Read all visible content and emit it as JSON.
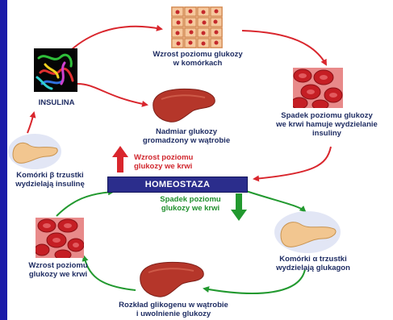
{
  "labels": {
    "cells_glucose_up": [
      "Wzrost poziomu glukozy",
      "w komórkach"
    ],
    "insulin": "INSULINA",
    "glycogen_stored": [
      "Nadmiar glukozy",
      "gromadzony w wątrobie"
    ],
    "blood_glucose_down_inhibits": [
      "Spadek poziomu glukozy",
      "we krwi hamuje wydzielanie",
      "insuliny"
    ],
    "beta_cells": [
      "Komórki β trzustki",
      "wydzielają insulinę"
    ],
    "blood_glucose_up_red": [
      "Wzrost poziomu",
      "glukozy we krwi"
    ],
    "homeostasis": "HOMEOSTAZA",
    "blood_glucose_down_green": [
      "Spadek poziomu",
      "glukozy we krwi"
    ],
    "alpha_cells": [
      "Komórki α trzustki",
      "wydzielają glukagon"
    ],
    "blood_glucose_up_left": [
      "Wzrost poziomu",
      "glukozy we krwi"
    ],
    "glycogen_breakdown": [
      "Rozkład glikogenu w wątrobie",
      "i uwolnienie glukozy"
    ]
  },
  "colors": {
    "frame": "#1a1aa8",
    "red_arrow": "#d9262d",
    "green_arrow": "#22992f",
    "homeostasis_box": "#2b2d8c",
    "text_dark": "#1f2d63",
    "text_red": "#d0262d",
    "text_green": "#1e8f2c"
  }
}
